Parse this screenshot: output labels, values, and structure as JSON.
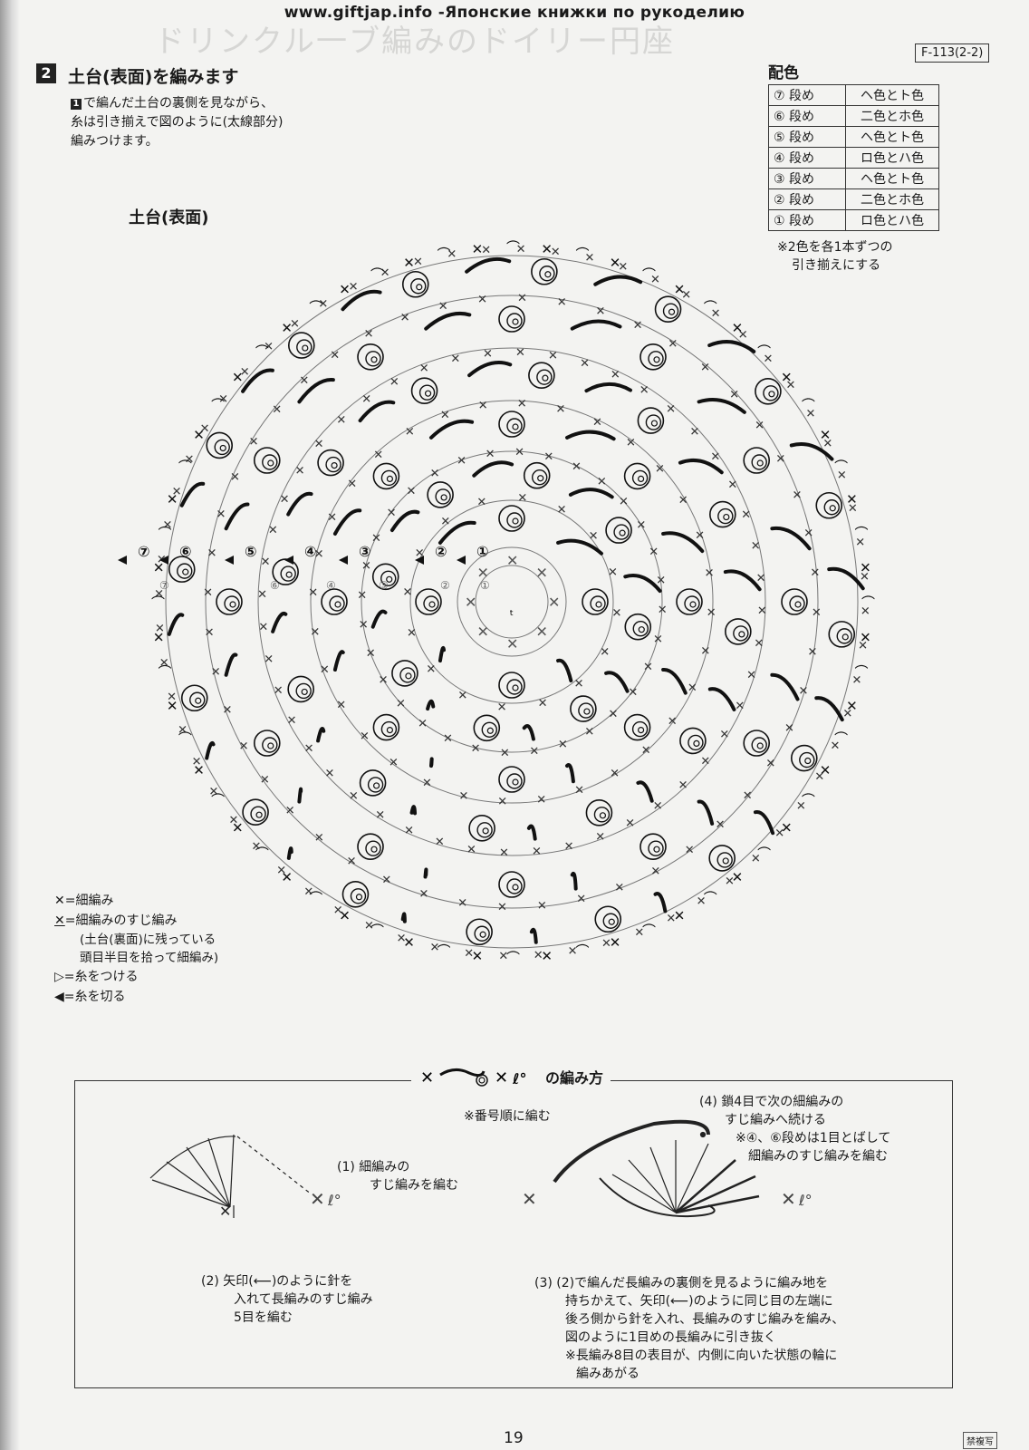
{
  "site_banner": "www.giftjap.info -Японские книжки по рукоделию",
  "page_code": "F-113(2-2)",
  "section": {
    "number": "2",
    "title": "土台(表面)を編みます"
  },
  "intro_note": {
    "badge": "1",
    "lines": [
      "で編んだ土台の裏側を見ながら、",
      "糸は引き揃えで図のように(太線部分)",
      "編みつけます。"
    ]
  },
  "diagram_title": "土台(表面)",
  "color_table": {
    "title": "配色",
    "rows": [
      {
        "round": "⑦ 段め",
        "colors": "ヘ色とト色"
      },
      {
        "round": "⑥ 段め",
        "colors": "二色とホ色"
      },
      {
        "round": "⑤ 段め",
        "colors": "ヘ色とト色"
      },
      {
        "round": "④ 段め",
        "colors": "ロ色とハ色"
      },
      {
        "round": "③ 段め",
        "colors": "ヘ色とト色"
      },
      {
        "round": "② 段め",
        "colors": "二色とホ色"
      },
      {
        "round": "① 段め",
        "colors": "ロ色とハ色"
      }
    ],
    "note": [
      "※2色を各1本ずつの",
      "引き揃えにする"
    ]
  },
  "round_markers": [
    "⑦",
    "⑥",
    "⑤",
    "④",
    "③",
    "②",
    "①"
  ],
  "round_markers_small": [
    "⑦",
    "⑥",
    "④",
    "③",
    "②",
    "①"
  ],
  "legend": [
    {
      "symbol": "✕",
      "text": "=細編み"
    },
    {
      "symbol": "✕",
      "text": "=細編みのすじ編み",
      "sub": [
        "(土台(裏面)に残っている",
        "頭目半目を拾って細編み)"
      ]
    },
    {
      "symbol": "▷",
      "text": "=糸をつける"
    },
    {
      "symbol": "◀",
      "text": "=糸を切る"
    }
  ],
  "howto": {
    "title": "の編み方",
    "order_note": "※番号順に編む",
    "step1": [
      "(1) 細編みの",
      "すじ編みを編む"
    ],
    "step2": [
      "(2) 矢印(⟵)のように針を",
      "入れて長編みのすじ編み",
      "5目を編む"
    ],
    "step3": [
      "(3) (2)で編んだ長編みの裏側を見るように編み地を",
      "持ちかえて、矢印(⟵)のように同じ目の左端に",
      "後ろ側から針を入れ、長編みのすじ編みを編み、",
      "図のように1目めの長編みに引き抜く",
      "※長編み8目の表目が、内側に向いた状態の輪に",
      "編みあがる"
    ],
    "step4": [
      "(4) 鎖4目で次の細編みの",
      "すじ編みへ続ける",
      "※④、⑥段めは1目とばして",
      "細編みのすじ編みを編む"
    ]
  },
  "page_number": "19",
  "stamp": "禁複写",
  "ghost_heading": "ドリンクル一ブ編みのドイリー円座"
}
